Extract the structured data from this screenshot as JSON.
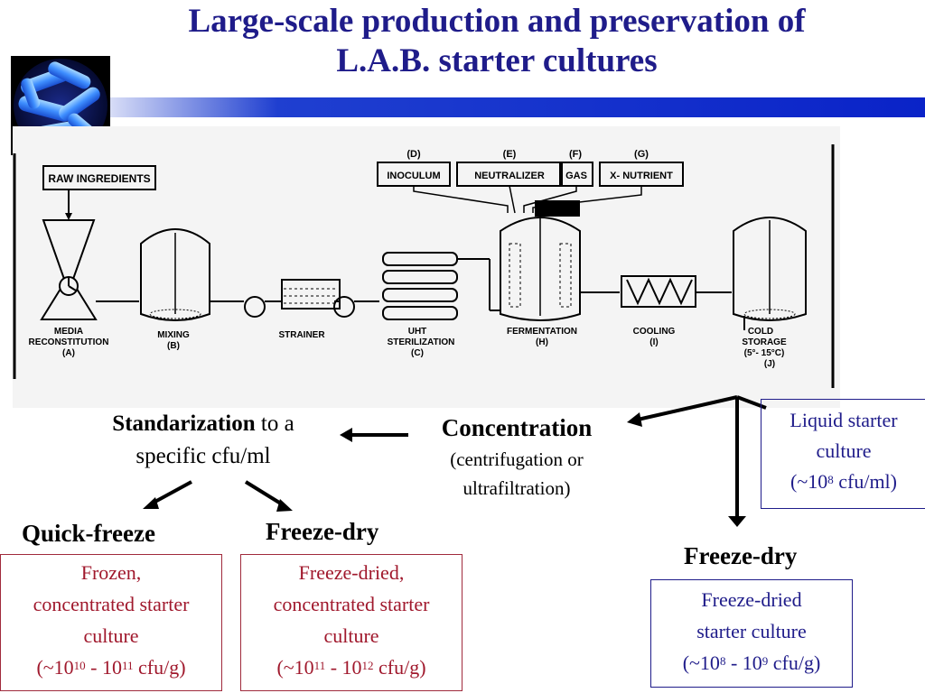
{
  "title": {
    "line1": "Large-scale production and preservation of",
    "line2": "L.A.B. starter cultures"
  },
  "diagram": {
    "raw_ingredients": "RAW INGREDIENTS",
    "inputs": [
      {
        "letter": "(D)",
        "label": "INOCULUM"
      },
      {
        "letter": "(E)",
        "label": "NEUTRALIZER"
      },
      {
        "letter": "(F)",
        "label": "GAS"
      },
      {
        "letter": "(G)",
        "label": "X- NUTRIENT"
      }
    ],
    "stages": [
      {
        "line1": "MEDIA",
        "line2": "RECONSTITUTION",
        "line3": "(A)"
      },
      {
        "line1": "MIXING",
        "line2": "(B)"
      },
      {
        "line1": "STRAINER"
      },
      {
        "line1": "UHT",
        "line2": "STERILIZATION",
        "line3": "(C)"
      },
      {
        "line1": "FERMENTATION",
        "line2": "(H)"
      },
      {
        "line1": "COOLING",
        "line2": "(I)"
      },
      {
        "line1": "COLD",
        "line2": "STORAGE",
        "line3": "(5°- 15°C)",
        "line4": "(J)"
      }
    ]
  },
  "flow": {
    "standardization_bold": "Standarization",
    "standardization_rest": " to a",
    "standardization_line2": "specific cfu/ml",
    "concentration_title": "Concentration",
    "concentration_line2": "(centrifugation or",
    "concentration_line3": "ultrafiltration)",
    "quick_freeze": "Quick-freeze",
    "freeze_dry_left": "Freeze-dry",
    "freeze_dry_right": "Freeze-dry"
  },
  "boxes": {
    "liquid": {
      "line1": "Liquid starter",
      "line2": "culture",
      "pre": "(~10",
      "exp": "8",
      "post": " cfu/ml)"
    },
    "frozen": {
      "line1": "Frozen,",
      "line2": "concentrated starter",
      "line3": "culture",
      "pre": "(~10",
      "exp1": "10",
      "mid": " - 10",
      "exp2": "11",
      "post": " cfu/g)"
    },
    "freeze_dried_conc": {
      "line1": "Freeze-dried,",
      "line2": "concentrated starter",
      "line3": "culture",
      "pre": "(~10",
      "exp1": "11",
      "mid": " - 10",
      "exp2": "12",
      "post": " cfu/g)"
    },
    "freeze_dried": {
      "line1": "Freeze-dried",
      "line2": "starter culture",
      "pre": "(~10",
      "exp1": "8",
      "mid": " - 10",
      "exp2": "9",
      "post": " cfu/g)"
    }
  },
  "colors": {
    "title": "#1f1c8a",
    "red_box": "#a0182c",
    "blue_box": "#1f1c8a",
    "bar": "#0a23c8"
  }
}
